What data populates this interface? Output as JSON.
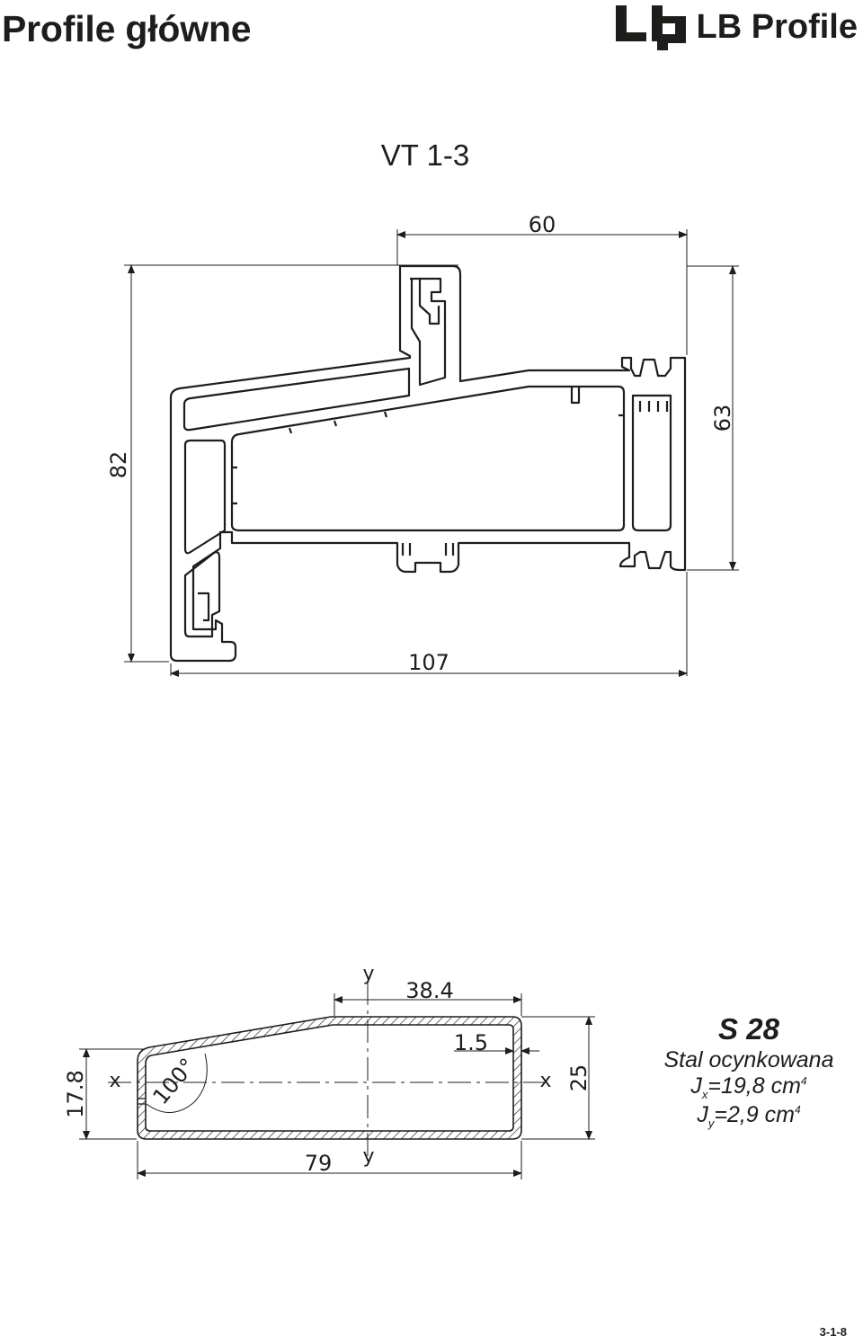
{
  "header": {
    "title": "Profile główne",
    "brand_name": "LB Profile"
  },
  "profile": {
    "code": "VT 1-3",
    "dimensions": {
      "width_top": "60",
      "height_total": "82",
      "height_right": "63",
      "width_total": "107"
    }
  },
  "steel": {
    "code": "S 28",
    "material": "Stal ocynkowana",
    "jx_symbol": "J",
    "jx_sub": "x",
    "jx_value": "=19,8 cm",
    "jx_exp": "4",
    "jy_symbol": "J",
    "jy_sub": "y",
    "jy_value": "=2,9 cm",
    "jy_exp": "4",
    "dimensions": {
      "top_width": "38.4",
      "wall": "1.5",
      "left_height": "17.8",
      "height": "25",
      "width": "79",
      "angle": "100°",
      "axis_x": "x",
      "axis_y": "y"
    }
  },
  "footer": {
    "page_number": "3-1-8"
  }
}
